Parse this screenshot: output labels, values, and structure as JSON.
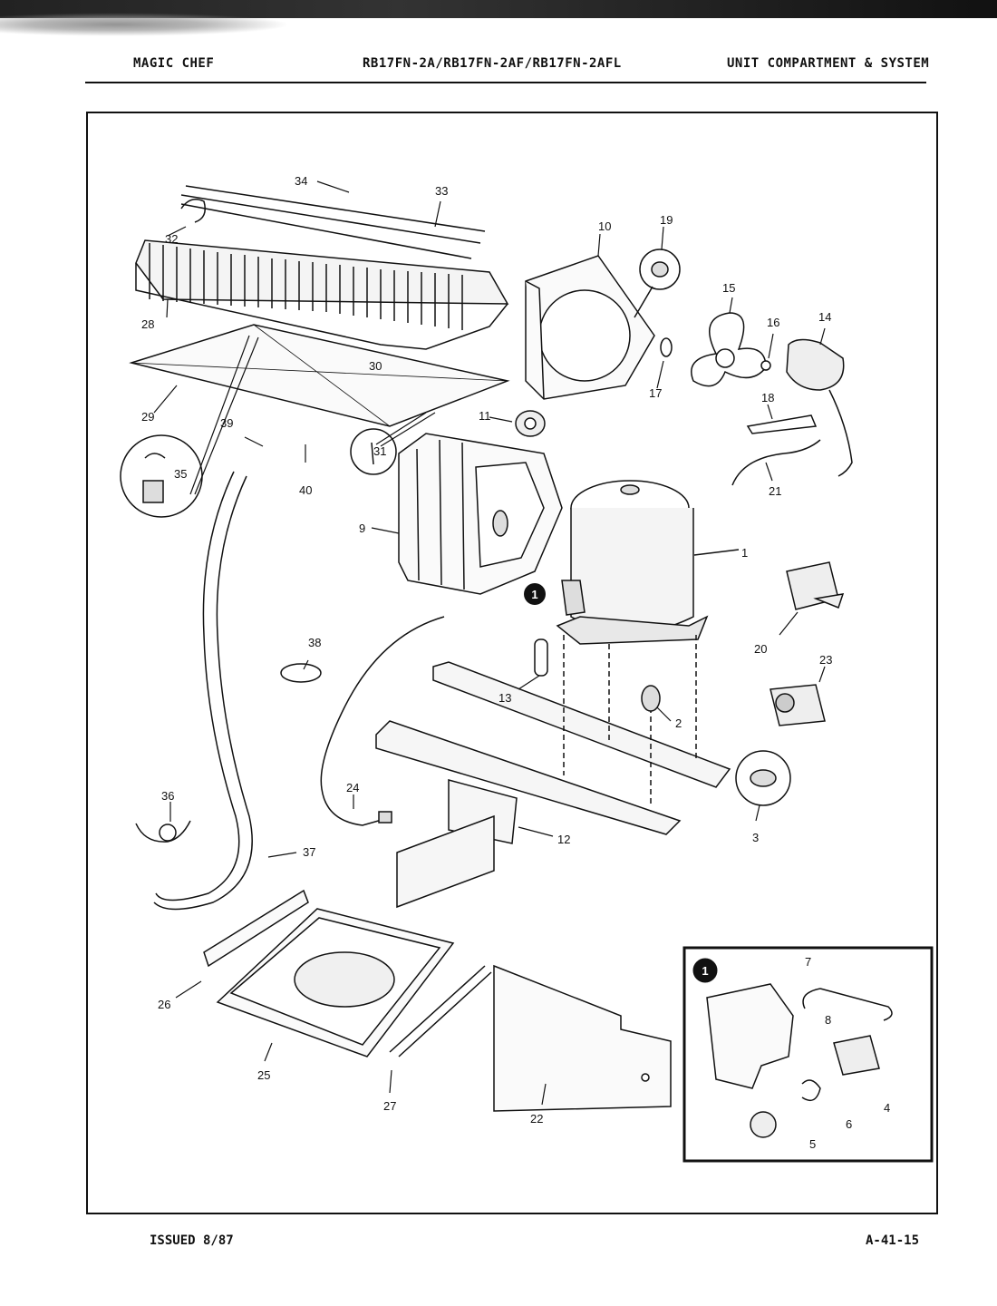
{
  "header": {
    "brand": "MAGIC CHEF",
    "model": "RB17FN-2A/RB17FN-2AF/RB17FN-2AFL",
    "section": "UNIT COMPARTMENT & SYSTEM"
  },
  "footer": {
    "issued": "ISSUED 8/87",
    "page_code": "A-41-15"
  },
  "callout_symbol": "1",
  "part_labels": [
    "1",
    "2",
    "3",
    "4",
    "5",
    "6",
    "7",
    "8",
    "9",
    "10",
    "11",
    "12",
    "13",
    "14",
    "15",
    "16",
    "17",
    "18",
    "19",
    "20",
    "21",
    "22",
    "23",
    "24",
    "25",
    "26",
    "27",
    "28",
    "29",
    "30",
    "31",
    "32",
    "33",
    "34",
    "35",
    "36",
    "37",
    "38",
    "39",
    "40"
  ]
}
